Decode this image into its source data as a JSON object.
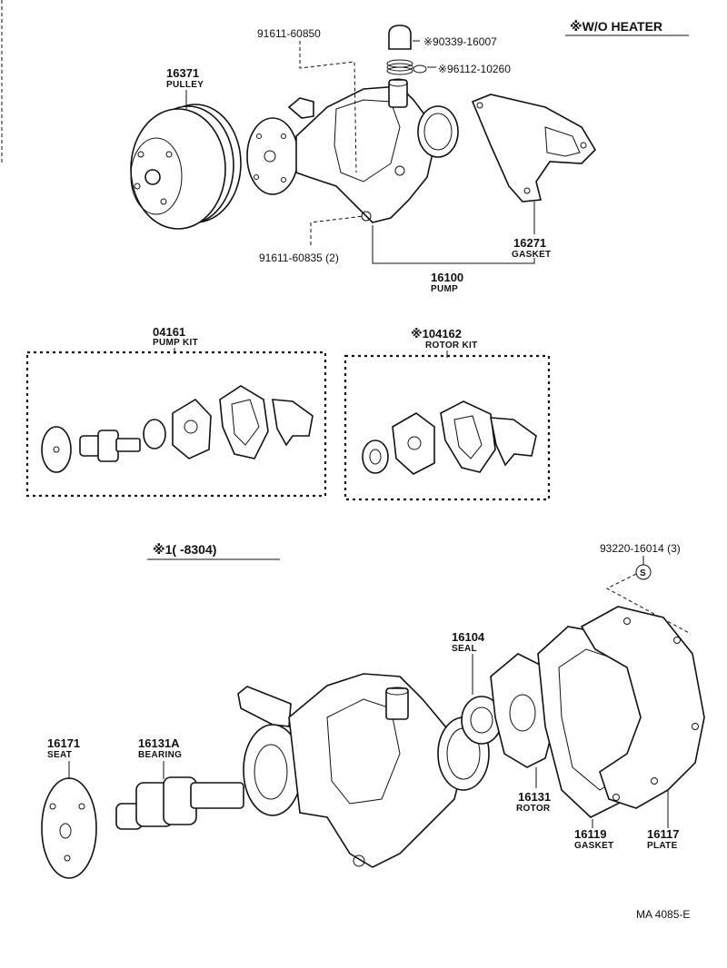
{
  "header": {
    "wo_heater": "※W/O HEATER",
    "note_s1": "※1(      -8304)"
  },
  "figure_code": "MA 4085-E",
  "parts": {
    "bolt_top": "91611-60850",
    "cap": "※90339-16007",
    "clip": "※96112-10260",
    "pulley_no": "16371",
    "pulley_cap": "PULLEY",
    "bolt_bottom": "91611-60835 (2)",
    "gasket_no": "16271",
    "gasket_cap": "GASKET",
    "pump_no": "16100",
    "pump_cap": "PUMP",
    "pump_kit_no": "04161",
    "pump_kit_cap": "PUMP KIT",
    "rotor_kit_no": "※104162",
    "rotor_kit_cap": "ROTOR KIT",
    "bolt_plate": "93220-16014 (3)",
    "seal_no": "16104",
    "seal_cap": "SEAL",
    "seat_no": "16171",
    "seat_cap": "SEAT",
    "bearing_no": "16131A",
    "bearing_cap": "BEARING",
    "rotor_no": "16131",
    "rotor_cap": "ROTOR",
    "gasket2_no": "16119",
    "gasket2_cap": "GASKET",
    "plate_no": "16117",
    "plate_cap": "PLATE",
    "s_mark": "S"
  }
}
